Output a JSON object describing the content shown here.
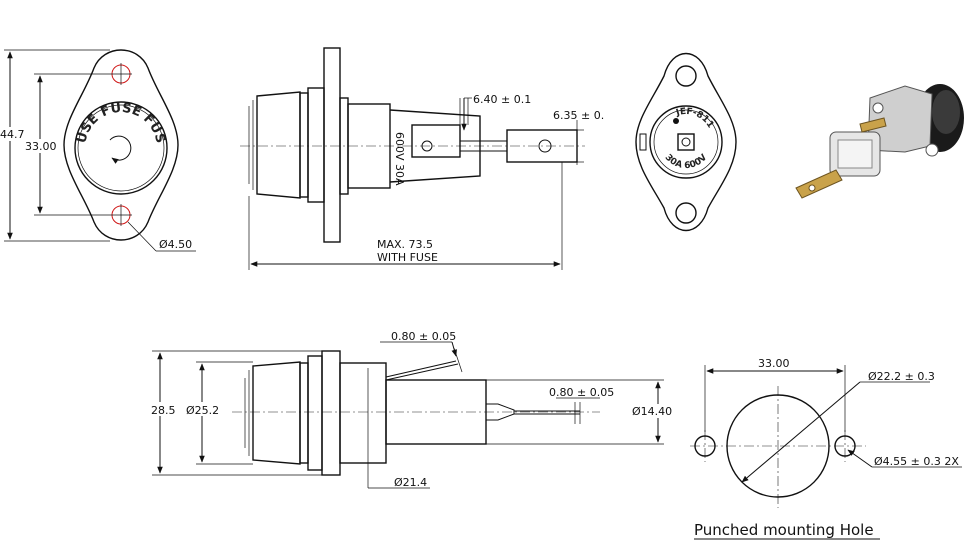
{
  "dims": {
    "overall_height": "44.7",
    "hole_spacing": "33.00",
    "hole_dia": "Ø4.50",
    "tab_width": "6.40 ± 0.1",
    "tab_width2": "6.35 ± 0.",
    "max_len_1": "MAX. 73.5",
    "max_len_2": "WITH FUSE",
    "lead_dia_top": "0.80 ± 0.05",
    "lead_dia_mid": "0.80 ± 0.05",
    "body_dia_1": "28.5",
    "body_dia_2": "Ø25.2",
    "nut_dia": "Ø21.4",
    "tube_dia": "Ø14.40",
    "punch_spacing": "33.00",
    "punch_hole_dia": "Ø22.2 ± 0.3",
    "punch_small_dia": "Ø4.55 ± 0.3   2X"
  },
  "cap_text": {
    "arc": "FUSE FUSE FUSE"
  },
  "side_label": {
    "rating": "600V 30A"
  },
  "rear_label": {
    "part": "JEF-811",
    "rating": "30A 600V"
  },
  "caption": "Punched mounting Hole"
}
